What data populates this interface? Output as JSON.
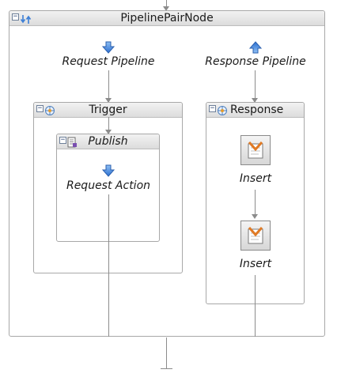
{
  "root": {
    "title": "PipelinePairNode"
  },
  "request_column": {
    "label": "Request Pipeline"
  },
  "response_column": {
    "label": "Response Pipeline"
  },
  "trigger": {
    "title": "Trigger"
  },
  "publish": {
    "title": "Publish",
    "action_label": "Request Action"
  },
  "response": {
    "title": "Response",
    "steps": [
      "Insert",
      "Insert"
    ]
  },
  "icons": {
    "request_arrow": "down-arrow-icon",
    "response_arrow": "up-arrow-icon",
    "insert": "insert-icon"
  },
  "colors": {
    "header_gradient_top": "#f2f2f2",
    "header_gradient_bottom": "#dcdcdc",
    "border": "#a8a8a8",
    "arrow_blue": "#3d7fd6",
    "insert_check": "#e07a24"
  }
}
